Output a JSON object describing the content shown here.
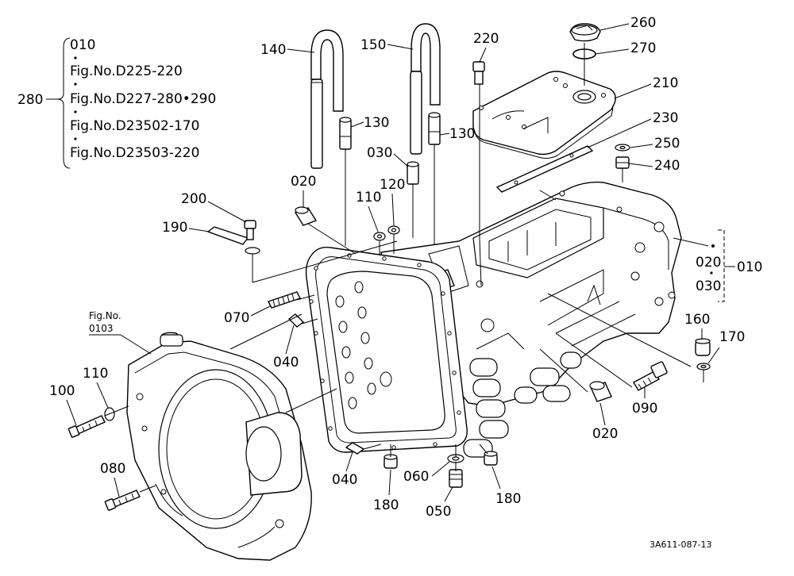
{
  "callouts": {
    "p010": "010",
    "p020": "020",
    "p030": "030",
    "p040": "040",
    "p050": "050",
    "p060": "060",
    "p070": "070",
    "p080": "080",
    "p090": "090",
    "p100": "100",
    "p110": "110",
    "p120": "120",
    "p130": "130",
    "p140": "140",
    "p150": "150",
    "p160": "160",
    "p170": "170",
    "p180": "180",
    "p190": "190",
    "p200": "200",
    "p210": "210",
    "p220": "220",
    "p230": "230",
    "p240": "240",
    "p250": "250",
    "p260": "260",
    "p270": "270",
    "p280": "280"
  },
  "reference_group": {
    "head": "010",
    "refs": [
      "Fig.No.D225-220",
      "Fig.No.D227-280•290",
      "Fig.No.D23502-170",
      "Fig.No.D23503-220"
    ]
  },
  "fig_ref": {
    "line1": "Fig.No.",
    "line2": "0103"
  },
  "drawing_number": "3A611-087-13"
}
